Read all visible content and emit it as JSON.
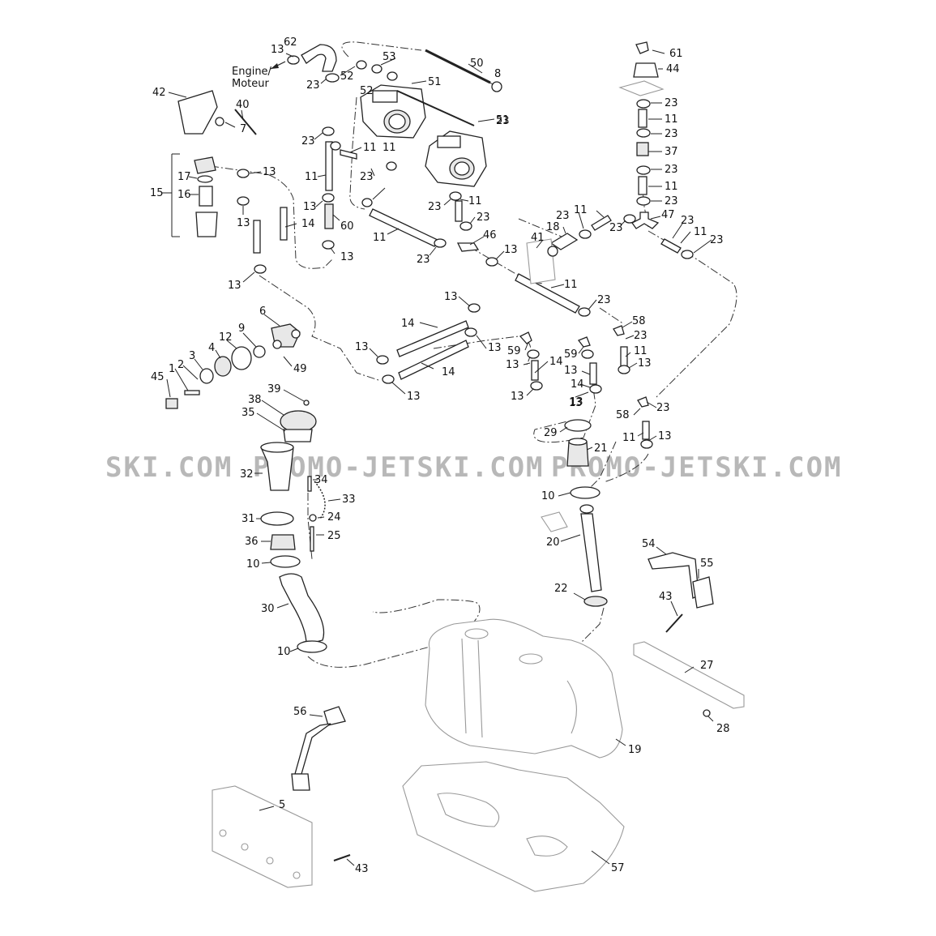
{
  "watermark": {
    "left": "SKI.COM",
    "center": "PROMO-JETSKI.COM",
    "right": "PROMO-JETSKI.COM"
  },
  "engine_label": {
    "line1": "Engine/",
    "line2": "Moteur"
  },
  "callouts": [
    {
      "id": "c62",
      "text": "62"
    },
    {
      "id": "c13a",
      "text": "13"
    },
    {
      "id": "c53",
      "text": "53"
    },
    {
      "id": "c50",
      "text": "50"
    },
    {
      "id": "c8",
      "text": "8"
    },
    {
      "id": "c61",
      "text": "61"
    },
    {
      "id": "c44",
      "text": "44"
    },
    {
      "id": "c52a",
      "text": "52"
    },
    {
      "id": "c23a",
      "text": "23"
    },
    {
      "id": "c52b",
      "text": "52"
    },
    {
      "id": "c51a",
      "text": "51"
    },
    {
      "id": "c42",
      "text": "42"
    },
    {
      "id": "c40",
      "text": "40"
    },
    {
      "id": "c7",
      "text": "7"
    },
    {
      "id": "c23b",
      "text": "23"
    },
    {
      "id": "c11a",
      "text": "11"
    },
    {
      "id": "c23c",
      "text": "23"
    },
    {
      "id": "c51b",
      "text": "51"
    },
    {
      "id": "c23d",
      "text": "23"
    },
    {
      "id": "c37",
      "text": "37"
    },
    {
      "id": "c23e",
      "text": "23"
    },
    {
      "id": "c11b",
      "text": "11"
    },
    {
      "id": "c23f",
      "text": "23"
    },
    {
      "id": "c11c",
      "text": "11"
    },
    {
      "id": "c11d",
      "text": "11"
    },
    {
      "id": "c23g",
      "text": "23"
    },
    {
      "id": "c23h",
      "text": "23"
    },
    {
      "id": "c13b",
      "text": "13"
    },
    {
      "id": "c11e",
      "text": "11"
    },
    {
      "id": "c15",
      "text": "15"
    },
    {
      "id": "c17",
      "text": "17"
    },
    {
      "id": "c16",
      "text": "16"
    },
    {
      "id": "c13c",
      "text": "13"
    },
    {
      "id": "c23i",
      "text": "23"
    },
    {
      "id": "c11f",
      "text": "11"
    },
    {
      "id": "c23j",
      "text": "23"
    },
    {
      "id": "c11g",
      "text": "11"
    },
    {
      "id": "c23k",
      "text": "23"
    },
    {
      "id": "c47",
      "text": "47"
    },
    {
      "id": "c13d",
      "text": "13"
    },
    {
      "id": "c14a",
      "text": "14"
    },
    {
      "id": "c60",
      "text": "60"
    },
    {
      "id": "c18",
      "text": "18"
    },
    {
      "id": "c23l",
      "text": "23"
    },
    {
      "id": "c23m",
      "text": "23"
    },
    {
      "id": "c11h",
      "text": "11"
    },
    {
      "id": "c11i",
      "text": "11"
    },
    {
      "id": "c46",
      "text": "46"
    },
    {
      "id": "c41",
      "text": "41"
    },
    {
      "id": "c23n",
      "text": "23"
    },
    {
      "id": "c13e",
      "text": "13"
    },
    {
      "id": "c23o",
      "text": "23"
    },
    {
      "id": "c13f",
      "text": "13"
    },
    {
      "id": "c13g",
      "text": "13"
    },
    {
      "id": "c11j",
      "text": "11"
    },
    {
      "id": "c13h",
      "text": "13"
    },
    {
      "id": "c23p",
      "text": "23"
    },
    {
      "id": "c6",
      "text": "6"
    },
    {
      "id": "c14b",
      "text": "14"
    },
    {
      "id": "c58a",
      "text": "58"
    },
    {
      "id": "c9",
      "text": "9"
    },
    {
      "id": "c12",
      "text": "12"
    },
    {
      "id": "c13i",
      "text": "13"
    },
    {
      "id": "c23q",
      "text": "23"
    },
    {
      "id": "c13j",
      "text": "13"
    },
    {
      "id": "c4",
      "text": "4"
    },
    {
      "id": "c3",
      "text": "3"
    },
    {
      "id": "c59a",
      "text": "59"
    },
    {
      "id": "c59b",
      "text": "59"
    },
    {
      "id": "c11k",
      "text": "11"
    },
    {
      "id": "c1",
      "text": "1"
    },
    {
      "id": "c2",
      "text": "2"
    },
    {
      "id": "c14c",
      "text": "14"
    },
    {
      "id": "c13k",
      "text": "13"
    },
    {
      "id": "c13l",
      "text": "13"
    },
    {
      "id": "c13m",
      "text": "13"
    },
    {
      "id": "c45",
      "text": "45"
    },
    {
      "id": "c49",
      "text": "49"
    },
    {
      "id": "c14d",
      "text": "14"
    },
    {
      "id": "c14e",
      "text": "14"
    },
    {
      "id": "c39",
      "text": "39"
    },
    {
      "id": "c13n",
      "text": "13"
    },
    {
      "id": "c13o",
      "text": "13"
    },
    {
      "id": "c38",
      "text": "38"
    },
    {
      "id": "c13p",
      "text": "13"
    },
    {
      "id": "c13q",
      "text": "13"
    },
    {
      "id": "c23r",
      "text": "23"
    },
    {
      "id": "c35",
      "text": "35"
    },
    {
      "id": "c58b",
      "text": "58"
    },
    {
      "id": "c29",
      "text": "29"
    },
    {
      "id": "c11l",
      "text": "11"
    },
    {
      "id": "c13r",
      "text": "13"
    },
    {
      "id": "c21",
      "text": "21"
    },
    {
      "id": "c32",
      "text": "32"
    },
    {
      "id": "c34",
      "text": "34"
    },
    {
      "id": "c33",
      "text": "33"
    },
    {
      "id": "c10a",
      "text": "10"
    },
    {
      "id": "c31",
      "text": "31"
    },
    {
      "id": "c24",
      "text": "24"
    },
    {
      "id": "c36",
      "text": "36"
    },
    {
      "id": "c25",
      "text": "25"
    },
    {
      "id": "c20",
      "text": "20"
    },
    {
      "id": "c54",
      "text": "54"
    },
    {
      "id": "c10b",
      "text": "10"
    },
    {
      "id": "c55",
      "text": "55"
    },
    {
      "id": "c22",
      "text": "22"
    },
    {
      "id": "c43a",
      "text": "43"
    },
    {
      "id": "c30",
      "text": "30"
    },
    {
      "id": "c27",
      "text": "27"
    },
    {
      "id": "c10c",
      "text": "10"
    },
    {
      "id": "c28",
      "text": "28"
    },
    {
      "id": "c56",
      "text": "56"
    },
    {
      "id": "c19",
      "text": "19"
    },
    {
      "id": "c5",
      "text": "5"
    },
    {
      "id": "c57",
      "text": "57"
    },
    {
      "id": "c43b",
      "text": "43"
    }
  ]
}
